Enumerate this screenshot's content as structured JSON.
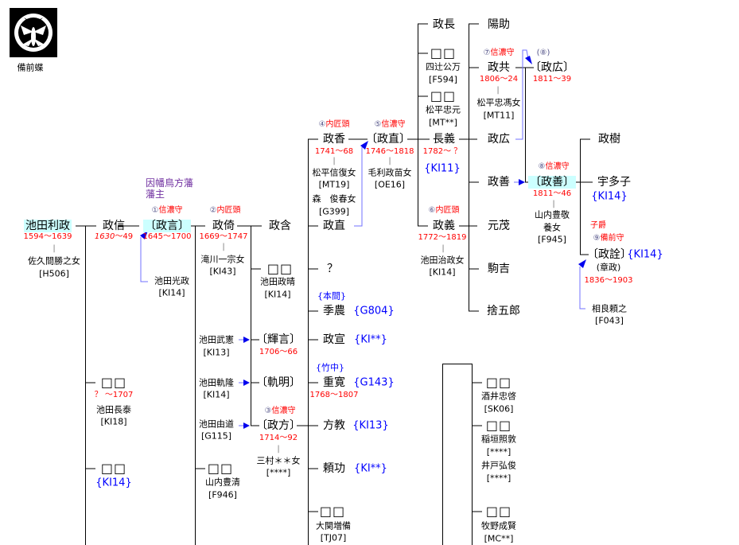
{
  "crest": {
    "label": "備前蝶"
  },
  "domain": {
    "line1": "因幡鳥方藩",
    "line2": "藩主"
  },
  "colors": {
    "highlight": "#ccffff",
    "years": "#ff0000",
    "ref_blue": "#0000ff",
    "arrow": "#7070ff",
    "domain_purple": "#7030a0"
  },
  "p": {
    "toshimasa": {
      "name": "池田利政",
      "years": "1594～1639",
      "spouse": "佐久間勝之女",
      "ref": "[H506]"
    },
    "masanobu": {
      "name": "政信",
      "years_start": "1630",
      "years_end": "～49"
    },
    "masakoto": {
      "num": "①",
      "title": "信濃守",
      "name": "〔政言〕",
      "years": "1645～1700"
    },
    "mitsumasa": {
      "name": "池田光政",
      "ref": "[KI14]"
    },
    "masayori": {
      "num": "②",
      "title": "内匠頭",
      "name": "政倚",
      "years": "1669～1747",
      "spouse": "滝川一宗女",
      "ref": "[KI43]"
    },
    "masagan": {
      "name": "政含"
    },
    "masaharu": {
      "name": "□□",
      "sub": "池田政晴",
      "ref": "[KI14]"
    },
    "takenori": {
      "name": "池田武憲",
      "ref": "[KI13]"
    },
    "noritaka": {
      "name": "池田軌隆",
      "ref": "[KI14]"
    },
    "yoshimichi": {
      "name": "池田由道",
      "ref": "[G115]"
    },
    "toyokiyo": {
      "name": "□□",
      "sub": "山内豊清",
      "ref": "[F946]"
    },
    "terukoto": {
      "name": "〔輝言〕",
      "years": "1706～66"
    },
    "noriaki": {
      "name": "〔軌明〕"
    },
    "masakata": {
      "num": "③",
      "title": "信濃守",
      "name": "〔政方〕",
      "years": "1714～92",
      "spouse": "三村＊＊女",
      "ref": "[****]"
    },
    "nagayasu": {
      "name": "□□",
      "years": "？ ～1707",
      "sub": "池田長泰",
      "ref": "[KI18]"
    },
    "unk_b": {
      "name": "□□",
      "ref": "{KI14}"
    },
    "masaka": {
      "num": "④",
      "title": "内匠頭",
      "name": "政香",
      "years": "1741～68",
      "spouse1": "松平信復女",
      "ref1": "[MT19]",
      "spouse2": "森　俊春女",
      "ref2": "[G399]"
    },
    "masanao_son": {
      "name": "政直"
    },
    "unknown": {
      "name": "？"
    },
    "suenari": {
      "adopted": "{本間}",
      "name": "季農",
      "ref": "{G804}"
    },
    "masanobu2": {
      "name": "政宣",
      "ref": "{KI**}"
    },
    "shigehiro": {
      "adopted": "{竹中}",
      "name": "重寛",
      "ref": "{G143}",
      "years": "1768～1807"
    },
    "katanori": {
      "name": "方教",
      "ref": "{KI13}"
    },
    "yorikatsu": {
      "name": "頼功",
      "ref": "{KI**}"
    },
    "masumoto": {
      "name": "□□",
      "sub": "大関増備",
      "ref": "[TJ07]"
    },
    "masanao": {
      "num": "⑤",
      "title": "信濃守",
      "name": "〔政直〕",
      "years": "1746～1818",
      "spouse": "毛利政苗女",
      "ref": "[OE16]"
    },
    "masanaga": {
      "name": "政長"
    },
    "kinkazu": {
      "name": "□□",
      "sub": "四辻公万",
      "ref": "[F594]"
    },
    "tadamoto": {
      "name": "□□",
      "sub": "松平忠元",
      "ref": "[MT**]"
    },
    "nagayoshi": {
      "name": "長義",
      "years": "1782～ ？",
      "ref": "{KI11}"
    },
    "masayoshi": {
      "num": "⑥",
      "title": "内匠頭",
      "name": "政義",
      "years": "1772～1819",
      "spouse": "池田治政女",
      "ref": "[KI14]"
    },
    "yosuke": {
      "name": "陽助"
    },
    "masatomo": {
      "num": "⑦",
      "title": "信濃守",
      "name": "政共",
      "years": "1806～24",
      "spouse": "松平忠馮女",
      "ref": "[MT11]"
    },
    "masahiro_son": {
      "name": "政広"
    },
    "masayoshi_son": {
      "name": "政善"
    },
    "motoshige": {
      "name": "元茂"
    },
    "komakichi": {
      "name": "駒吉"
    },
    "sutegoro": {
      "name": "捨五郎"
    },
    "masahiro": {
      "num": "(⑧)",
      "name": "〔政広〕",
      "years": "1811～39"
    },
    "masayoshi8": {
      "num": "⑧",
      "title": "信濃守",
      "name": "〔政善〕",
      "years": "1811～46",
      "spouse1": "山内豊敬",
      "spouse2": "養女",
      "ref": "[F945]"
    },
    "masaki": {
      "name": "政樹"
    },
    "utako": {
      "name": "宇多子",
      "ref": "{KI14}"
    },
    "masaakira": {
      "rank": "子爵",
      "num": "⑨",
      "title": "備前守",
      "name": "〔政詮〕",
      "ref": "{KI14}",
      "alt": "(章政)",
      "years": "1836～1903"
    },
    "yoriyuki": {
      "name": "相良頼之",
      "ref": "[F043]"
    },
    "tadahiro": {
      "name": "□□",
      "sub": "酒井忠啓",
      "ref": "[SK06]"
    },
    "terunobu": {
      "name": "□□",
      "sub": "稲垣照敦",
      "ref": "[****]",
      "sub2": "井戸弘俊",
      "ref2": "[****]"
    },
    "shigekata": {
      "name": "□□",
      "sub": "牧野成賢",
      "ref": "[MC**]"
    }
  },
  "tick": "|"
}
